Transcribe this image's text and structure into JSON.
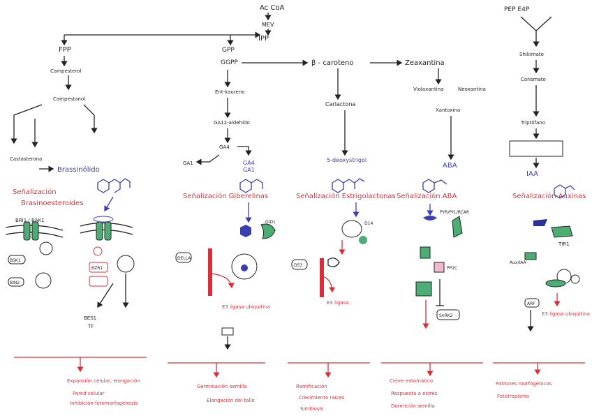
{
  "top": {
    "root": "Ac CoA",
    "mev": "MEV",
    "ipp": "IPP",
    "fpp": "FPP",
    "gpp": "GPP",
    "ggpp": "GGPP",
    "beta_carotene": "β - caroteno",
    "zeaxanthin": "Zeaxantina",
    "trp_precursors": "PEP  E4P"
  },
  "brassinosteroid": {
    "steps": [
      "Campesterol",
      "Campestanol",
      "Castasterona"
    ],
    "product": "Brassinólido",
    "title_line1": "Señalización",
    "title_line2": "Brasinoesteroides",
    "receptor": "BRI1 / BAK1",
    "nodes": [
      "BSK1",
      "BIN2",
      "BZR1",
      "BES1"
    ],
    "tf_label": "TF",
    "outcomes": [
      "Expansión celular, elongación",
      "Pared celular",
      "Inhibición fotomorfogénesis"
    ]
  },
  "gibberellin": {
    "steps": [
      "Ent-kaureno",
      "GA12-aldehído",
      "GA4",
      "GA1"
    ],
    "labels": [
      "GA4",
      "GA1"
    ],
    "title": "Señalización Giberelinas",
    "receptor": "GID1",
    "repressor": "DELLA",
    "ligase": "E3 ligasa ubiquitina",
    "outcomes": [
      "Germinación semilla",
      "Elongación del tallo"
    ]
  },
  "strigolactone": {
    "step": "Carlactona",
    "product": "5-deoxystrigol",
    "title": "Señalización Estrigolactonas",
    "receptor": "D14",
    "partner": "D53",
    "ligase": "E3 ligasa",
    "outcomes": [
      "Ramificación",
      "Crecimiento raíces",
      "Simbiosis"
    ]
  },
  "aba": {
    "steps": [
      "Violaxantina",
      "Neoxantina",
      "Xantoxina"
    ],
    "product": "ABA",
    "title": "Señalización ABA",
    "receptor": "PYR/PYL/RCAR",
    "phosphatase": "PP2C",
    "kinase": "SnRK2",
    "outcomes": [
      "Cierre estomático",
      "Respuesta a estrés",
      "Dormición semilla"
    ]
  },
  "auxin": {
    "steps": [
      "Shikimato",
      "Corismato",
      "Triptófano"
    ],
    "product": "IAA",
    "title": "Señalización Auxinas",
    "receptor": "TIR1",
    "repressor": "Aux/IAA",
    "tf": "ARF",
    "ligase": "E3 ligasa ubiquitina",
    "outcomes": [
      "Patrones morfogénicos",
      "Fototropismo"
    ]
  }
}
